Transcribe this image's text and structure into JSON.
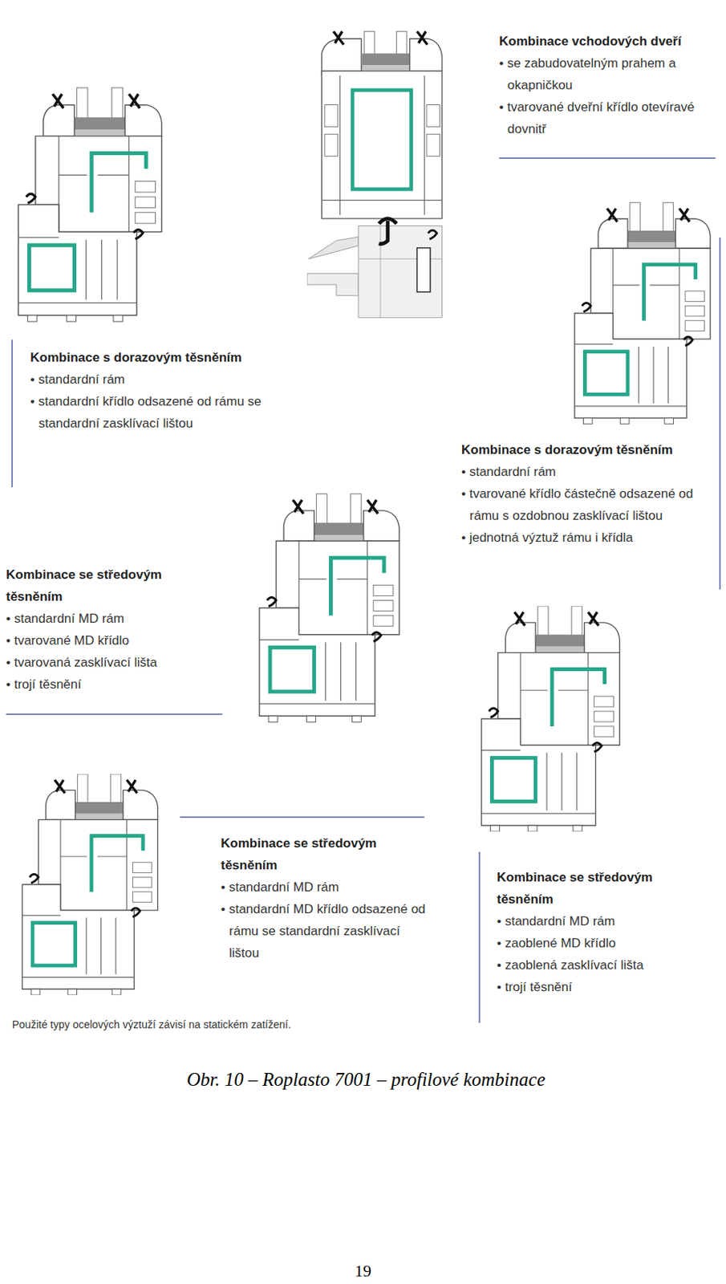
{
  "diagram": {
    "caption": "Obr. 10 – Roplasto 7001 – profilové kombinace",
    "labels": [
      "Kombinace vchodových dveří",
      "• se zabudovatelným prahem a okapničkou",
      "• tvarované dveřní křídlo otevíravé dovnitř",
      "Kombinace s dorazovým těsněním",
      "• standardní rám",
      "• standardní křídlo odsazené od rámu se standardní zasklívací lištou",
      "Kombinace s dorazovým těsněním",
      "• standardní rám",
      "• tvarované křídlo částečně odsazené od rámu s ozdobnou zasklívací lištou",
      "• jednotná výztuž rámu i křídla",
      "Kombinace se středovým těsněním",
      "• standardní MD rám",
      "• tvarované MD křídlo",
      "• tvarovaná zasklívací lišta",
      "• trojí těsnění",
      "Kombinace se středovým těsněním",
      "• standardní MD rám",
      "• standardní MD křídlo odsazené od rámu se standardní zasklívací lištou",
      "Kombinace se středovým těsněním",
      "• standardní MD rám",
      "• zaoblené MD křídlo",
      "• zaoblená zasklívací lišta",
      "• trojí těsnění",
      "Použité typy ocelových výztuží závisí na statickém zatížení.",
      "19"
    ]
  }
}
